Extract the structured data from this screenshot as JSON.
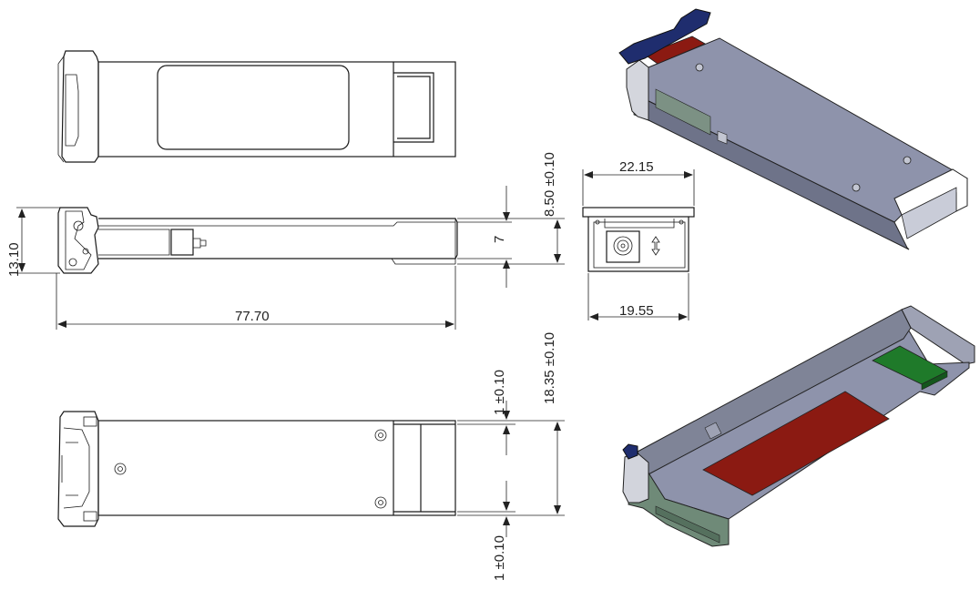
{
  "dimensions": {
    "height_left": "13.10",
    "length": "77.70",
    "height_tol": "8.50",
    "height_tol_pm": "±0.10",
    "inner_height": "7",
    "front_width_top": "22.15",
    "front_width_bottom": "19.55",
    "width_tol": "18.35",
    "width_tol_pm": "±0.10",
    "rail_top": "1",
    "rail_top_pm": "±0.10",
    "rail_bottom": "1",
    "rail_bottom_pm": "±0.10"
  },
  "colors": {
    "body_gray": "#8e93ab",
    "body_dark": "#6e7389",
    "latch_navy": "#1f2d6e",
    "label_red": "#8b1a12",
    "pcb_green": "#1f7a2a",
    "frame_green": "#6f8a78"
  }
}
